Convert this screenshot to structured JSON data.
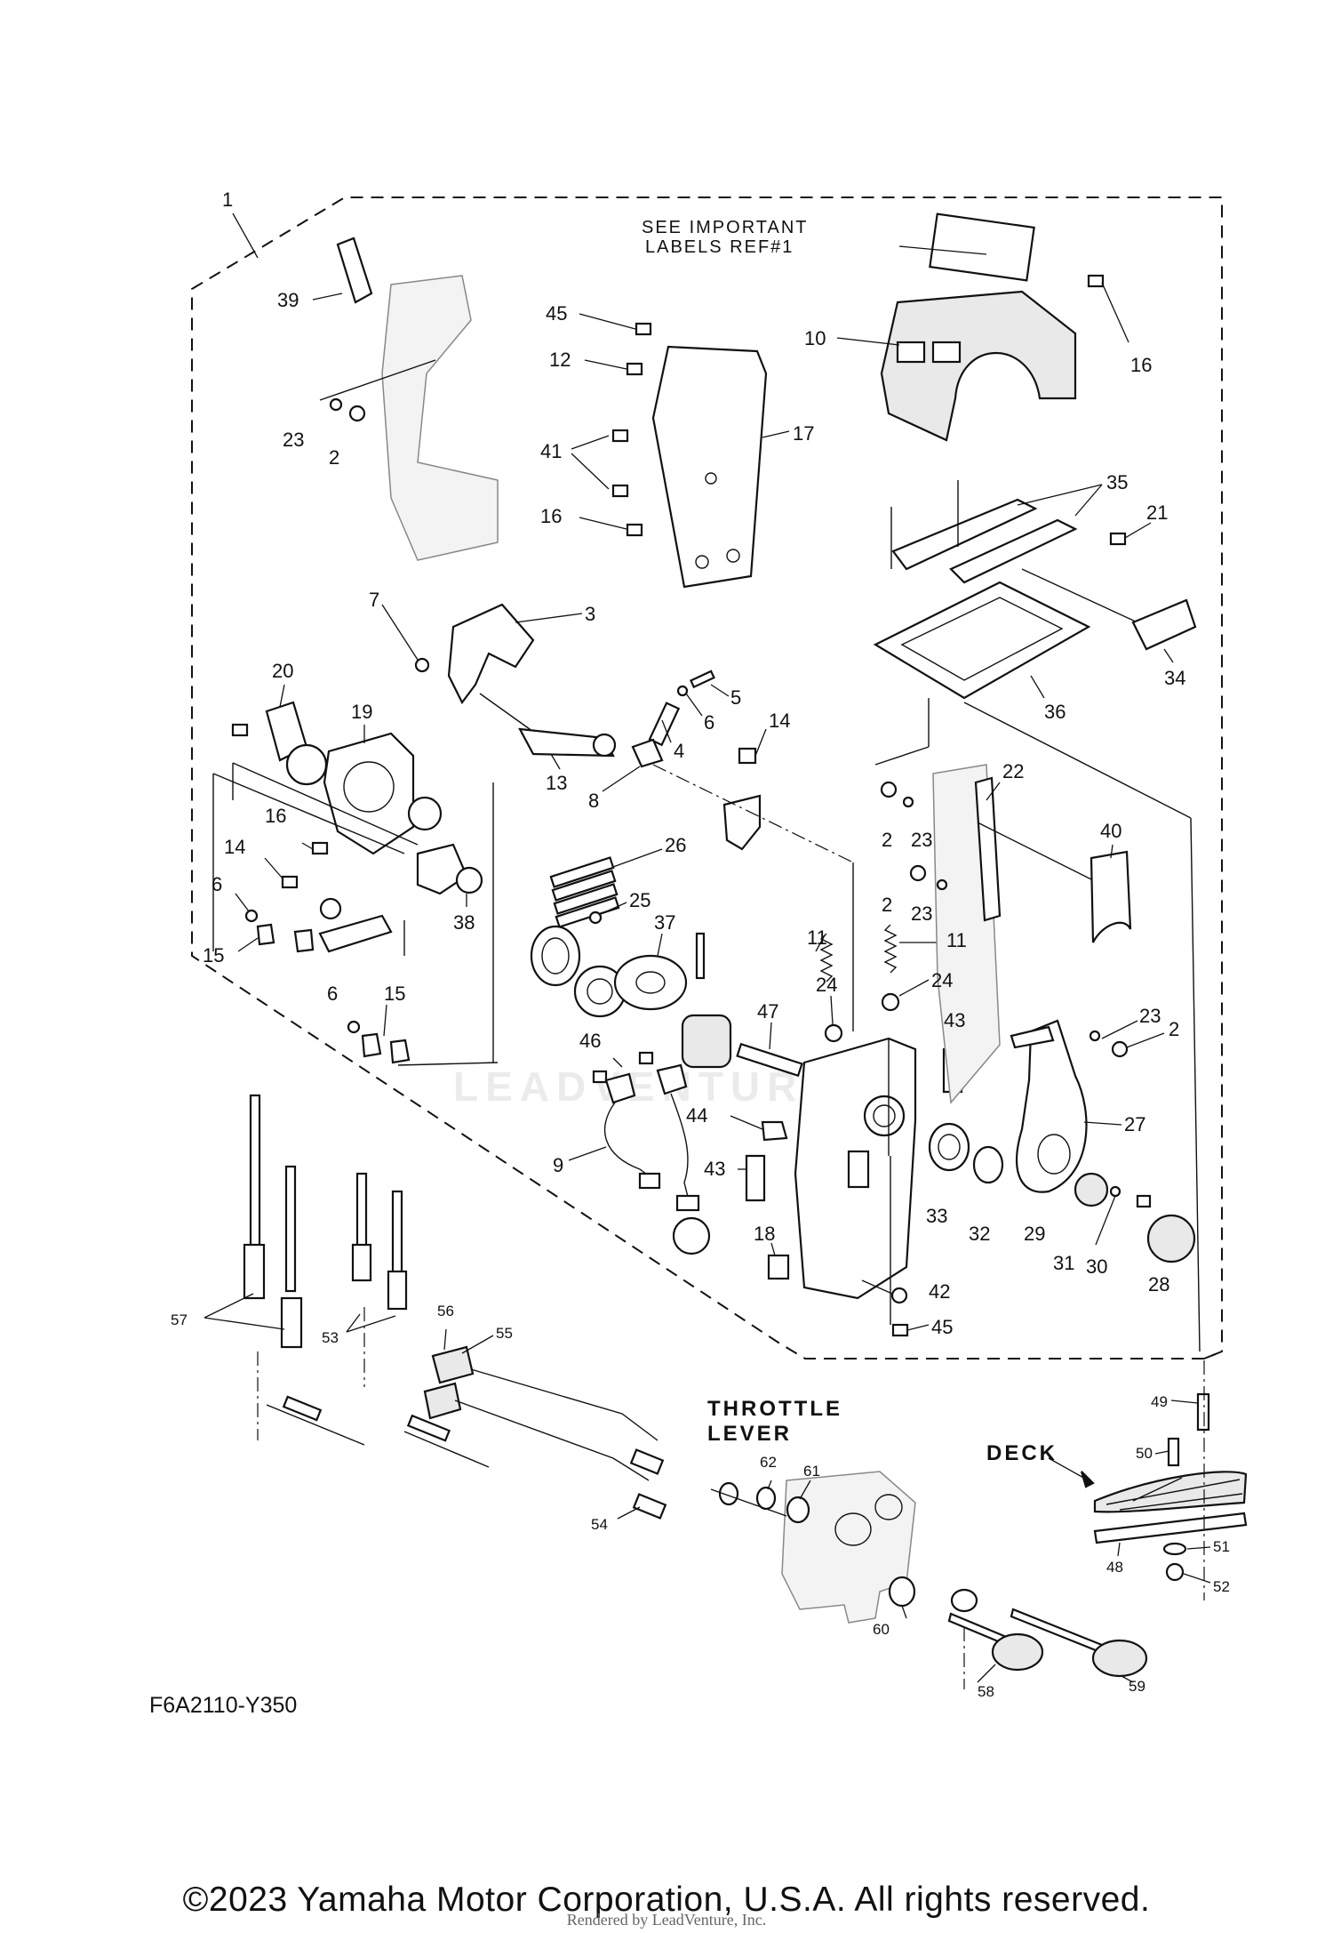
{
  "notes": {
    "important_labels": [
      "SEE IMPORTANT",
      "LABELS REF#1"
    ],
    "throttle": [
      "THROTTLE",
      "LEVER"
    ],
    "deck": "DECK"
  },
  "diagram_code": "F6A2110-Y350",
  "copyright": "©2023 Yamaha Motor Corporation, U.S.A. All rights reserved.",
  "watermark": "Rendered by LeadVenture, Inc.",
  "faint_watermark": "LEADVENTURE",
  "callouts": {
    "c1": "1",
    "c39": "39",
    "c23a": "23",
    "c2a": "2",
    "c45a": "45",
    "c12": "12",
    "c41": "41",
    "c16a": "16",
    "c17": "17",
    "c10": "10",
    "c16b": "16",
    "c35": "35",
    "c21": "21",
    "c34": "34",
    "c36": "36",
    "c7": "7",
    "c3": "3",
    "c5": "5",
    "c6a": "6",
    "c4": "4",
    "c14a": "14",
    "c8": "8",
    "c13": "13",
    "c20": "20",
    "c19": "19",
    "c16c": "16",
    "c14b": "14",
    "c38": "38",
    "c6b": "6",
    "c15a": "15",
    "c6c": "6",
    "c15b": "15",
    "c26": "26",
    "c25": "25",
    "c37": "37",
    "c11a": "11",
    "c24a": "24",
    "c47": "47",
    "c46": "46",
    "c44": "44",
    "c9": "9",
    "c43a": "43",
    "c43b": "43",
    "c18": "18",
    "c22": "22",
    "c2b": "2",
    "c23b": "23",
    "c2c": "2",
    "c23c": "23",
    "c40": "40",
    "c11b": "11",
    "c24b": "24",
    "c23d": "23",
    "c2d": "2",
    "c27": "27",
    "c33": "33",
    "c32": "32",
    "c29": "29",
    "c31": "31",
    "c30": "30",
    "c28": "28",
    "c42": "42",
    "c45b": "45",
    "c57": "57",
    "c53": "53",
    "c56": "56",
    "c55": "55",
    "c54": "54",
    "c62": "62",
    "c61": "61",
    "c60": "60",
    "c58": "58",
    "c59": "59",
    "c49": "49",
    "c50": "50",
    "c51": "51",
    "c52": "52",
    "c48": "48"
  }
}
